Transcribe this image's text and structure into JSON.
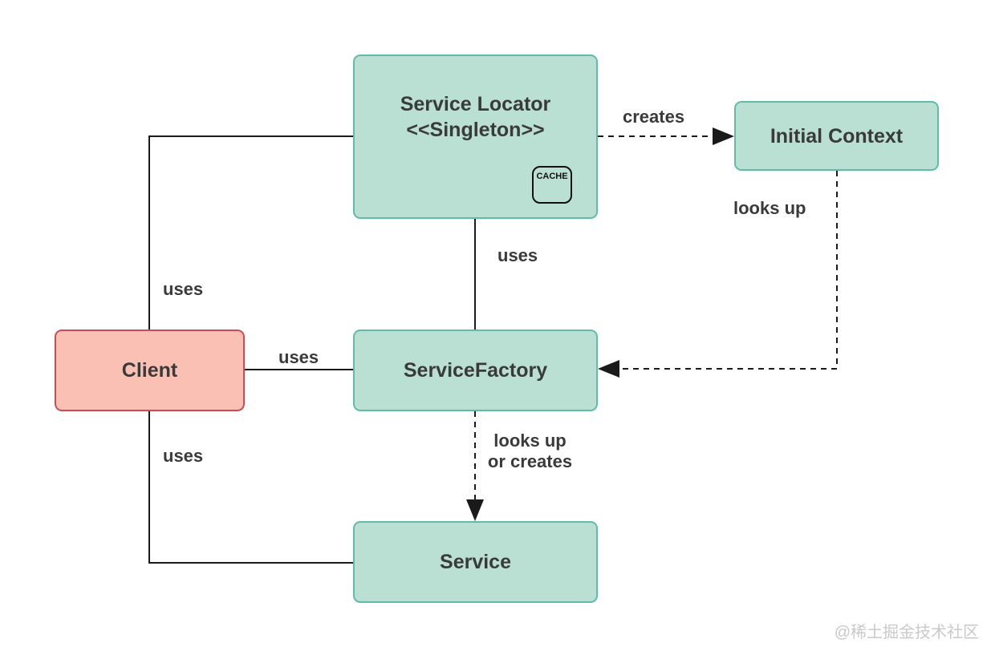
{
  "nodes": {
    "service_locator": {
      "line1": "Service Locator",
      "line2": "<<Singleton>>",
      "badge": "CACHE"
    },
    "initial_context": {
      "label": "Initial Context"
    },
    "client": {
      "label": "Client"
    },
    "service_factory": {
      "label": "ServiceFactory"
    },
    "service": {
      "label": "Service"
    }
  },
  "edge_labels": {
    "client_uses_locator": "uses",
    "client_uses_factory": "uses",
    "client_uses_service": "uses",
    "locator_uses_factory": "uses",
    "locator_creates_context": "creates",
    "context_looks_up": "looks up",
    "factory_service_line1": "looks up",
    "factory_service_line2": "or creates"
  },
  "watermark": "@稀土掘金技术社区",
  "colors": {
    "teal_fill": "#b9e0d3",
    "teal_border": "#60bca7",
    "pink_fill": "#fbc0b4",
    "pink_border": "#c94d56",
    "line_color": "#1a1a1a",
    "text_color": "#3a3a3a",
    "watermark_color": "#c9c9c9"
  }
}
